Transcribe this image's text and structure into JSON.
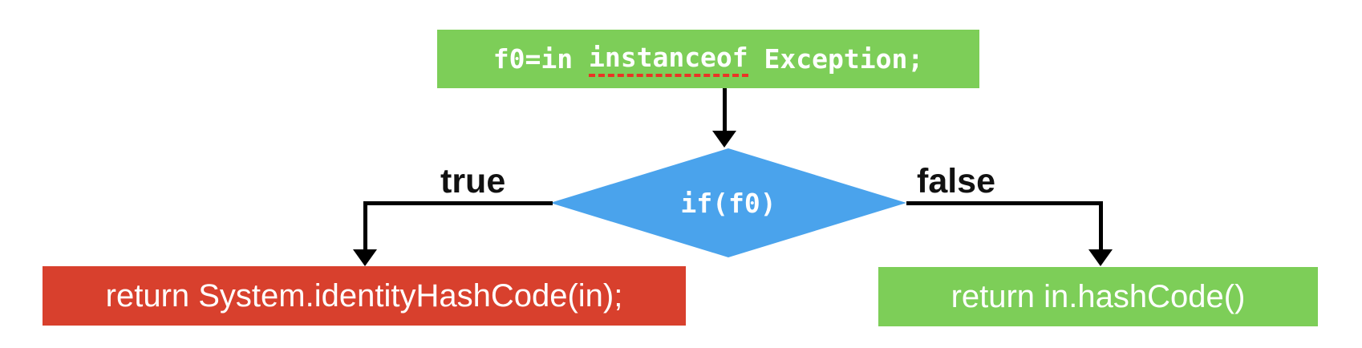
{
  "colors": {
    "green": "#7dce58",
    "red": "#d8402d",
    "blue": "#4aa3ec",
    "line": "#000000",
    "underline": "#ea3425",
    "text_light": "#ffffff",
    "text_dark": "#111111"
  },
  "flowchart": {
    "statement_node": {
      "code_pre": "f0=in ",
      "code_keyword": "instanceof",
      "code_post": " Exception;"
    },
    "decision_node": {
      "label": "if(f0)"
    },
    "branches": {
      "true_label": "true",
      "false_label": "false"
    },
    "true_node": {
      "label": "return System.identityHashCode(in);"
    },
    "false_node": {
      "label": "return in.hashCode()"
    }
  }
}
